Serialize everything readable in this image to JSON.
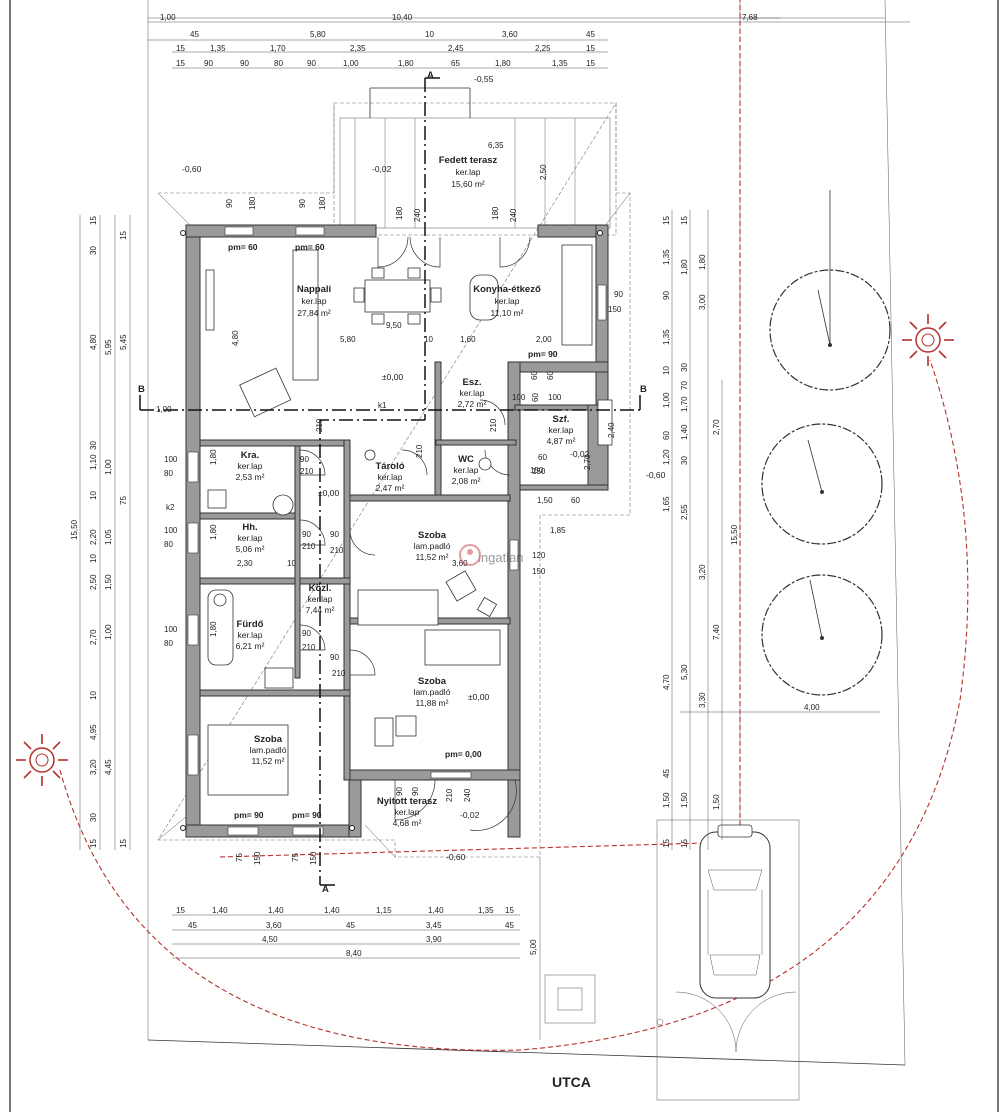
{
  "dims_top": {
    "row1": [
      "1,00",
      "10,40",
      "7,68"
    ],
    "row2": [
      "45",
      "5,80",
      "10",
      "3,60",
      "45"
    ],
    "row3": [
      "15",
      "1,35",
      "1,70",
      "2,35",
      "2,45",
      "2,25",
      "15"
    ],
    "row4": [
      "15",
      "90",
      "90",
      "80",
      "90",
      "1,00",
      "1,80",
      "65",
      "1,80",
      "1,35",
      "15"
    ]
  },
  "dims_bottom": {
    "row1": [
      "15",
      "1,40",
      "1,40",
      "1,40",
      "1,15",
      "1,40",
      "1,35",
      "15"
    ],
    "row2": [
      "45",
      "3,60",
      "45",
      "3,45",
      "45"
    ],
    "row3": [
      "4,50",
      "3,90"
    ],
    "row4": [
      "8,40"
    ]
  },
  "dims_left": {
    "outer": [
      "15,50"
    ],
    "mid": [
      "4,80",
      "1,10",
      "2,20",
      "2,50",
      "2,70",
      "4,95"
    ],
    "inner": [
      "5,95",
      "1,00",
      "1,05",
      "1,50",
      "1,00",
      "4,45"
    ],
    "col1": [
      "15",
      "30",
      "30",
      "10",
      "10",
      "10",
      "3,20",
      "30",
      "15"
    ],
    "col3": [
      "15",
      "5,45",
      "75",
      "15"
    ]
  },
  "dims_right": {
    "a": [
      "15",
      "1,35",
      "1,80",
      "3,00",
      "90",
      "1,35",
      "10",
      "1,00",
      "1,20",
      "1,65",
      "4,70",
      "45",
      "1,50",
      "15"
    ],
    "b": [
      "15",
      "1,80",
      "30",
      "70",
      "1,70",
      "1,40",
      "60",
      "30",
      "2,55",
      "3,20",
      "5,30",
      "3,30",
      "1,50",
      "15"
    ],
    "c": [
      "2,70",
      "7,40",
      "15,50",
      "1,50"
    ],
    "d": [
      "4,00"
    ]
  },
  "rooms": [
    {
      "name": "Nappali",
      "floor": "ker.lap",
      "area": "27,84 m²"
    },
    {
      "name": "Konyha-étkező",
      "floor": "ker.lap",
      "area": "11,10 m²"
    },
    {
      "name": "Fedett terasz",
      "floor": "ker.lap",
      "area": "15,60 m²"
    },
    {
      "name": "Esz.",
      "floor": "ker.lap",
      "area": "2,72 m²"
    },
    {
      "name": "Szf.",
      "floor": "ker.lap",
      "area": "4,87 m²"
    },
    {
      "name": "Kra.",
      "floor": "ker.lap",
      "area": "2,53 m²"
    },
    {
      "name": "Tároló",
      "floor": "ker.lap",
      "area": "2,47 m²"
    },
    {
      "name": "WC",
      "floor": "ker.lap",
      "area": "2,08 m²"
    },
    {
      "name": "Hh.",
      "floor": "ker.lap",
      "area": "5,06 m²"
    },
    {
      "name": "Szoba",
      "floor": "lam.padló",
      "area": "11,52 m²"
    },
    {
      "name": "Közl.",
      "floor": "ker.lap",
      "area": "7,44 m²"
    },
    {
      "name": "Fürdő",
      "floor": "ker.lap",
      "area": "6,21 m²"
    },
    {
      "name": "Szoba",
      "floor": "lam.padló",
      "area": "11,88 m²"
    },
    {
      "name": "Szoba",
      "floor": "lam.padló",
      "area": "11,52 m²"
    },
    {
      "name": "Nyitott terasz",
      "floor": "ker.lap",
      "area": "4,68 m²"
    }
  ],
  "levels": [
    "-0,55",
    "-0,60",
    "-0,02",
    "±0,00",
    "-0,02",
    "-0,60",
    "±0,00",
    "±0,00",
    "-0,02",
    "-0,60"
  ],
  "parapets": [
    "pm= 60",
    "pm= 60",
    "pm= 90",
    "pm= 0,00",
    "pm= 90",
    "pm= 90"
  ],
  "openings": [
    "90",
    "180",
    "90",
    "180",
    "180",
    "240",
    "180",
    "240",
    "90",
    "150",
    "100",
    "60",
    "100",
    "60",
    "150",
    "120",
    "150",
    "100",
    "80",
    "100",
    "80",
    "100",
    "80",
    "90",
    "210",
    "90",
    "210",
    "90",
    "210",
    "90",
    "210",
    "90",
    "210",
    "1,80",
    "1,80",
    "1,80",
    "210",
    "210",
    "210",
    "75",
    "150",
    "75",
    "150",
    "90",
    "240",
    "90",
    "210",
    "60",
    "60",
    "150"
  ],
  "interior_dims": [
    "9,50",
    "5,80",
    "10",
    "1,60",
    "2,00",
    "1,00",
    "4,80",
    "2,40",
    "2,70",
    "1,50",
    "60",
    "1,85",
    "3,60",
    "2,30",
    "10",
    "6,35",
    "2,50",
    "k1",
    "k2"
  ],
  "section_labels": [
    "A",
    "A",
    "B",
    "B"
  ],
  "street_label": "UTCA",
  "watermark": "ingatlan"
}
